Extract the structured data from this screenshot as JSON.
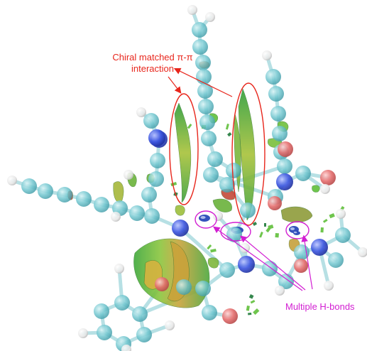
{
  "annotations": {
    "pi_pi_line1": "Chiral matched π-π",
    "pi_pi_line2": "interaction",
    "hbonds": "Multiple H-bonds"
  },
  "colors": {
    "annotation_red": "#e8261c",
    "annotation_magenta": "#d21ed2",
    "carbon": "#6fc6cf",
    "nitrogen": "#2f46d6",
    "oxygen": "#e46d6d",
    "hydrogen": "#ebebeb",
    "vdw_surface": "#5fbf3a",
    "steric_surface": "#c7a23a",
    "hbond_surface": "#1e3fb5"
  },
  "icons": {
    "pi_pi_arrow": "arrow-icon",
    "hbond_arrow": "arrow-icon"
  }
}
